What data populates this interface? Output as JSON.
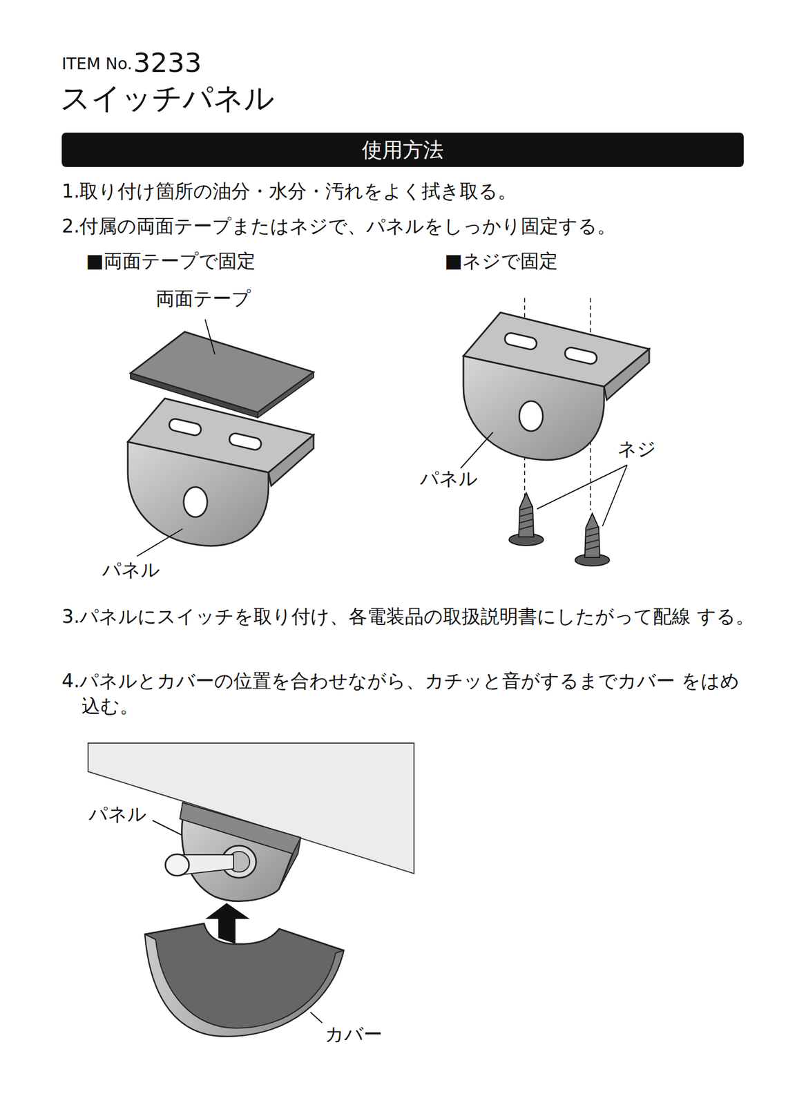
{
  "diagram": {
    "title": "スイッチパネル",
    "nodes": [
      {
        "text": [
          "使用方法"
        ]
      }
    ],
    "labels": [
      "ITEM No.",
      "3233",
      "1.取り付け箇所の油分・水分・汚れをよく拭き取る。",
      "2.付属の両面テープまたはネジで、パネルをしっかり固定する。",
      "■両面テープで固定",
      "■ネジで固定",
      "両面テープ",
      "パネル",
      "ネジ",
      "パネル",
      "3.パネルにスイッチを取り付け、各電装品の取扱説明書にしたがって配線 する。",
      "4.パネルとカバーの位置を合わせながら、カチッと音がするまでカバー をはめ込む。",
      "パネル",
      "カバー"
    ]
  }
}
